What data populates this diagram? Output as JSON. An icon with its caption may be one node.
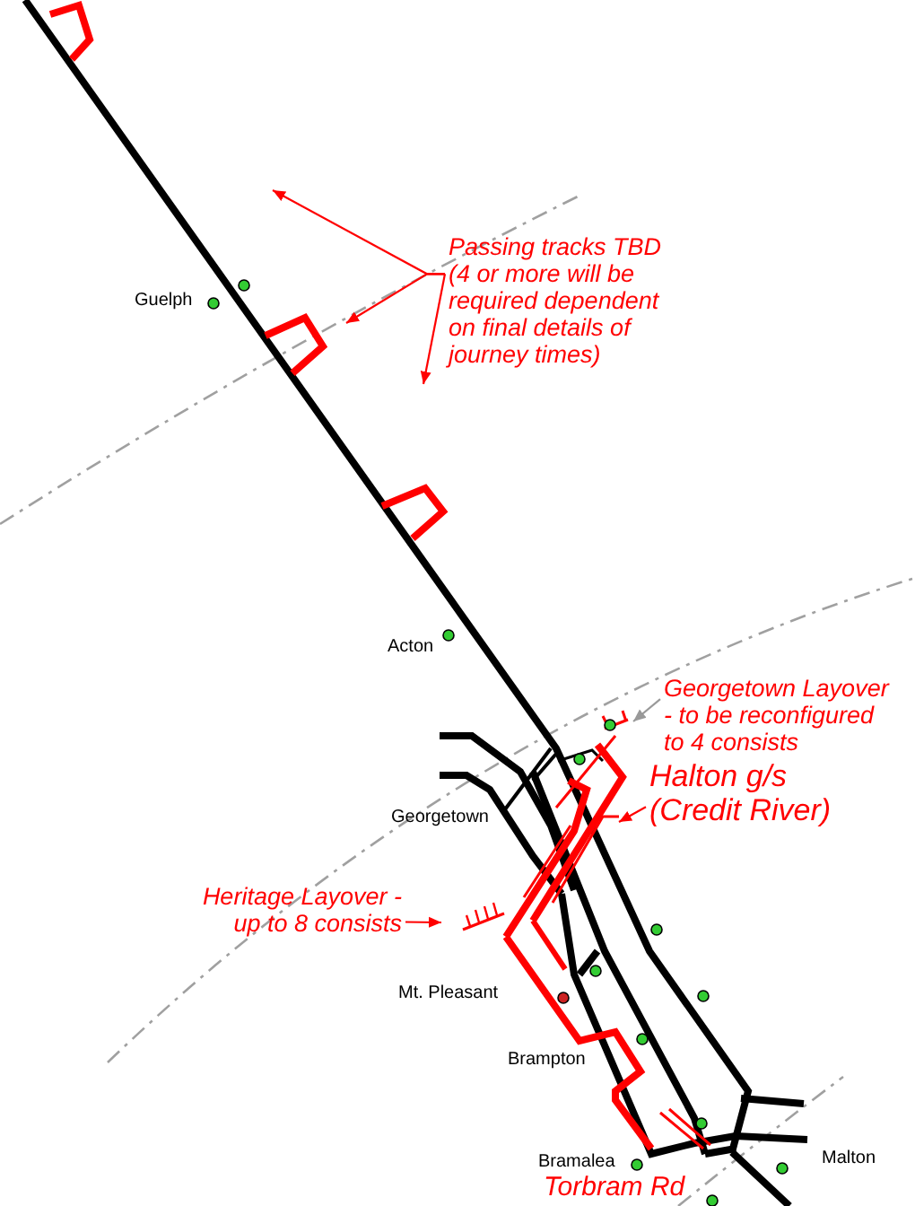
{
  "diagram": {
    "nodes": [
      {
        "text": [
          "Passing tracks TBD (4 or more will be required dependent on final details of journey times)"
        ]
      },
      {
        "text": [
          "Georgetown Layover - to be reconfigured to 4 consists"
        ]
      },
      {
        "text": [
          "Halton g/s (Credit River)"
        ]
      },
      {
        "text": [
          "Heritage Layover - up to 8 consists"
        ]
      }
    ],
    "edges": [
      {
        "from": 0,
        "to": null,
        "arrow": "to"
      },
      {
        "from": 0,
        "to": null,
        "arrow": "to"
      },
      {
        "from": 0,
        "to": null,
        "arrow": "to"
      },
      {
        "from": 1,
        "to": null,
        "arrow": "to",
        "color": "#999999"
      },
      {
        "from": 2,
        "to": null,
        "arrow": "to"
      },
      {
        "from": 3,
        "to": null,
        "arrow": "to"
      }
    ],
    "labels": [
      "Guelph",
      "Acton",
      "Georgetown",
      "Mt. Pleasant",
      "Brampton",
      "Bramalea",
      "Malton",
      "Torbram Rd"
    ]
  }
}
